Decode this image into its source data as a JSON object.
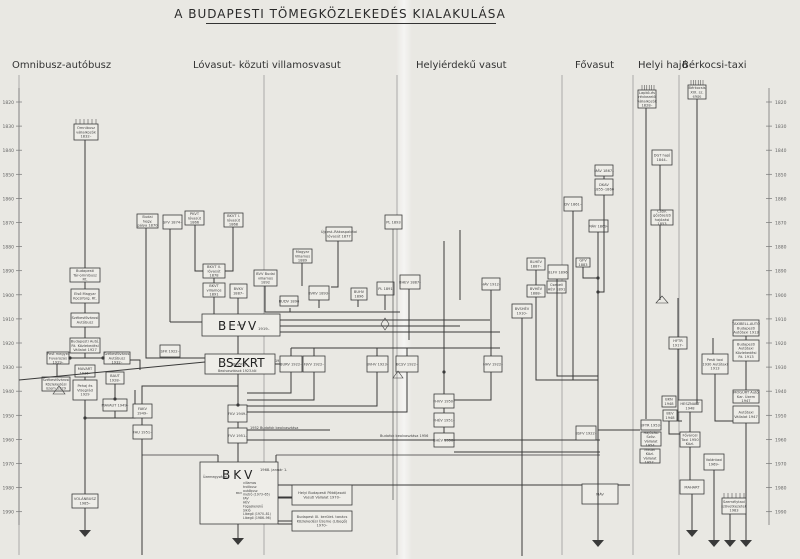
{
  "title": "A BUDAPESTI TÖMEGKÖZLEKEDÉS KIALAKULÁSA",
  "columns": [
    {
      "label": "Omnibusz-autóbusz"
    },
    {
      "label": "Lóvasut- közuti villamosvasut"
    },
    {
      "label": "Helyiérdekű vasut"
    },
    {
      "label": "Fővasut"
    },
    {
      "label": "Helyi hajó"
    },
    {
      "label": "Bérkocsi-taxi"
    }
  ],
  "axis": {
    "years": [
      "1820",
      "1830",
      "1840",
      "1850",
      "1860",
      "1870",
      "1880",
      "1890",
      "1900",
      "1910",
      "1920",
      "1930",
      "1940",
      "1950",
      "1960",
      "1970",
      "1980",
      "1990"
    ]
  },
  "nodes": [
    {
      "id": "omni",
      "label": "Omnibusz vállalkozók 1832–"
    },
    {
      "id": "bt_omni",
      "label": "Budapesti Tár-omnibusz Rt."
    },
    {
      "id": "elso_magyar",
      "label": "Első Magyar Kocsiforg. Rt."
    },
    {
      "id": "szekesfov",
      "label": "Székesfővárosi Autóbusz"
    },
    {
      "id": "bp_auto",
      "label": "Budapesti Autó. Rt. Közlekedési Vállalat 1927"
    },
    {
      "id": "pestmegye",
      "label": "Pest megyei Fuvarozás 1929–"
    },
    {
      "id": "szekesfov2",
      "label": "Székesfővárosi Autóbusz 1932–"
    },
    {
      "id": "mavart",
      "label": "MAVART 1935–"
    },
    {
      "id": "baut",
      "label": "BAUT 1928–"
    },
    {
      "id": "szekesfovaros_auto",
      "label": "Székesfővárosi Közlekedési üzem 1929"
    },
    {
      "id": "pehaj",
      "label": "Pehaj és Visegrád 1929"
    },
    {
      "id": "mavaut",
      "label": "MAVAUT 1949–"
    },
    {
      "id": "volanbusz",
      "label": "VOLÁNBUSZ 1985–"
    },
    {
      "id": "budai_hegy",
      "label": "Budai hegy. pálya 1870"
    },
    {
      "id": "sfv",
      "label": "SFV 1874–"
    },
    {
      "id": "pkvt",
      "label": "PKVT lóvasút 1866"
    },
    {
      "id": "bkvt1",
      "label": "BKVT I. lóvasút 1868"
    },
    {
      "id": "bkvt2",
      "label": "BKVT II. lóvasút 1878"
    },
    {
      "id": "bkvt",
      "label": "BKVT villamos 1891"
    },
    {
      "id": "bvkv",
      "label": "BVKV 1887–"
    },
    {
      "id": "bvv",
      "label": "BVV Budai villamos 1892"
    },
    {
      "id": "budv",
      "label": "BUDV 1896"
    },
    {
      "id": "magyar",
      "label": "Magyar Villamos 1889"
    },
    {
      "id": "ujpest_rakos",
      "label": "Újpest–Rákospalotai lóvasút 1877"
    },
    {
      "id": "bvkv2",
      "label": "BVKV 1893–"
    },
    {
      "id": "buhv",
      "label": "BUHV 1896"
    },
    {
      "id": "pl",
      "label": "PL 1891"
    },
    {
      "id": "pl2",
      "label": "PL 1893"
    },
    {
      "id": "bevv",
      "label": "BEVV",
      "year": "1919–"
    },
    {
      "id": "sfk",
      "label": "SFK 1922–"
    },
    {
      "id": "bszkrt",
      "label": "BSZKRT",
      "sub": "Beolvasztások 1923-tól",
      "year": "1923"
    },
    {
      "id": "burv",
      "label": "BURV 1922–"
    },
    {
      "id": "fjvv",
      "label": "FJVV 1922–"
    },
    {
      "id": "bvhv",
      "label": "BVHV 1923–"
    },
    {
      "id": "bcsv",
      "label": "BCSV 1922–"
    },
    {
      "id": "bhev",
      "label": "BHEV 1921–"
    },
    {
      "id": "hhv",
      "label": "HHV 1922–"
    },
    {
      "id": "fakv",
      "label": "FAKV 1949–"
    },
    {
      "id": "fau",
      "label": "FAU 1951–"
    },
    {
      "id": "fkv",
      "label": "FKV 1949–"
    },
    {
      "id": "fvv",
      "label": "FVV 1951–"
    },
    {
      "id": "fhvv",
      "label": "FHVV 1950–"
    },
    {
      "id": "fhev",
      "label": "FHÉV 1951–"
    },
    {
      "id": "bhev2",
      "label": "BHÉV 1956–"
    },
    {
      "id": "bkv",
      "label": "BKV",
      "year": "1968. január 1.",
      "sub": "Üzemegységei:",
      "units": [
        "villamos",
        "trolibusz",
        "autóbusz",
        "metró (1973–65)",
        "FAV",
        "HÉV",
        "Fogaskerekű",
        "Sikló",
        "Libegő (1970–81)",
        "Libegő (1986–96)"
      ]
    },
    {
      "id": "helyi_bp",
      "label": "Helyi Budapesti Pótdíjasoti Vasuti Vállalat 1970–"
    },
    {
      "id": "bp_xi",
      "label": "Budapest XI. kerület. tanács Közlekedési Üzeme (Libegő) 1970–"
    },
    {
      "id": "dv",
      "label": "DV 1861–"
    },
    {
      "id": "mav",
      "label": "MÁV 1867–"
    },
    {
      "id": "mav2",
      "label": "MÁV 1869–"
    },
    {
      "id": "dkav",
      "label": "DKAV 1855–1860"
    },
    {
      "id": "elfv",
      "label": "ELFV 1896"
    },
    {
      "id": "gfv",
      "label": "GFV 1883"
    },
    {
      "id": "blhev",
      "label": "BLHÉV 1887–"
    },
    {
      "id": "bvhev",
      "label": "BVHÉV 1888–"
    },
    {
      "id": "bvshev",
      "label": "BVSHÉV 1910–"
    },
    {
      "id": "csepel",
      "label": "Csepeli HÉV 1891"
    },
    {
      "id": "bhev3",
      "label": "BHEV 1887–"
    },
    {
      "id": "hasv",
      "label": "HÁV 1912–"
    },
    {
      "id": "bsfv",
      "label": "BSFV 1922–"
    },
    {
      "id": "mav_final",
      "label": "MÁV"
    },
    {
      "id": "hajo_origin",
      "label": "Lapkö-és révkezelő vállalkozók 1828–"
    },
    {
      "id": "dgt",
      "label": "DGT hajó 1844–"
    },
    {
      "id": "csfh",
      "label": "Csöv. gőzöselzö hajózási 1853"
    },
    {
      "id": "hfth",
      "label": "HFTR 1917–"
    },
    {
      "id": "bftr",
      "label": "BFTR 1953–"
    },
    {
      "id": "hmh",
      "label": "Hajózási Szöv. Vállalat 1954–"
    },
    {
      "id": "meder",
      "label": "Meder Közl. Vállalat 1957–"
    },
    {
      "id": "bkn",
      "label": "BKN 1948"
    },
    {
      "id": "bev",
      "label": "BEV 1948"
    },
    {
      "id": "hesznart",
      "label": "HESZNART 1948"
    },
    {
      "id": "fovtaxi",
      "label": "Fővárosi Taxi 1950 Közl."
    },
    {
      "id": "mahart",
      "label": "MAHART"
    },
    {
      "id": "berkocsi",
      "label": "Bérkocsis XIX. sz. eleje"
    },
    {
      "id": "taxi_auto",
      "label": "TAXIBELL-AUTÓ Budapesti Autótaxi 1913"
    },
    {
      "id": "bp_taxi",
      "label": "Budapesti Autótaxi Közlekedési Rt. 1913"
    },
    {
      "id": "pesti_taxi",
      "label": "Pesti taxi 1930 Autótaxi 1913"
    },
    {
      "id": "moguli",
      "label": "MOGÜRT Autó Kar. Üzem 1947"
    },
    {
      "id": "taxi_1947",
      "label": "Autótaxi Vállalat 1947"
    },
    {
      "id": "volantaxi",
      "label": "Volántaxi 1969–"
    },
    {
      "id": "szemelytaxi",
      "label": "Személytaxi szövetkezetek 1983"
    }
  ],
  "annotations": [
    "1952 Budafok beolvasztása",
    "Budafok beolvasztása 1956",
    "1950 megszünt"
  ]
}
